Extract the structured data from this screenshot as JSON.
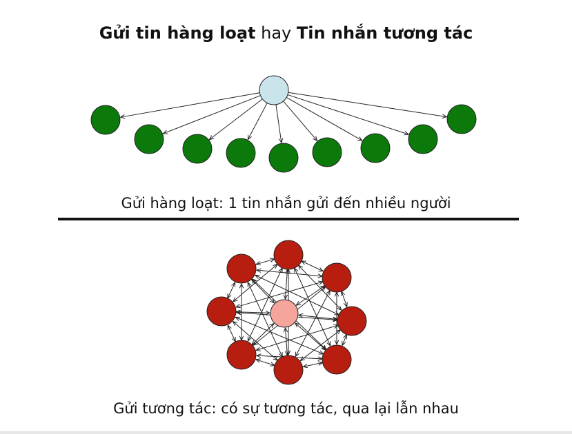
{
  "title": {
    "part1": "Gửi tin hàng loạt",
    "part2": "hay",
    "part3": "Tin nhắn tương tác"
  },
  "broadcast": {
    "caption": "Gửi hàng loạt: 1 tin nhắn gửi đến nhiều người",
    "source_color": "#c9e4ea",
    "target_color": "#0b7a0b"
  },
  "interactive": {
    "caption": "Gửi tương tác: có sự tương tác, qua lại lẫn nhau",
    "center_color": "#f5a59b",
    "node_color": "#b81e10"
  }
}
